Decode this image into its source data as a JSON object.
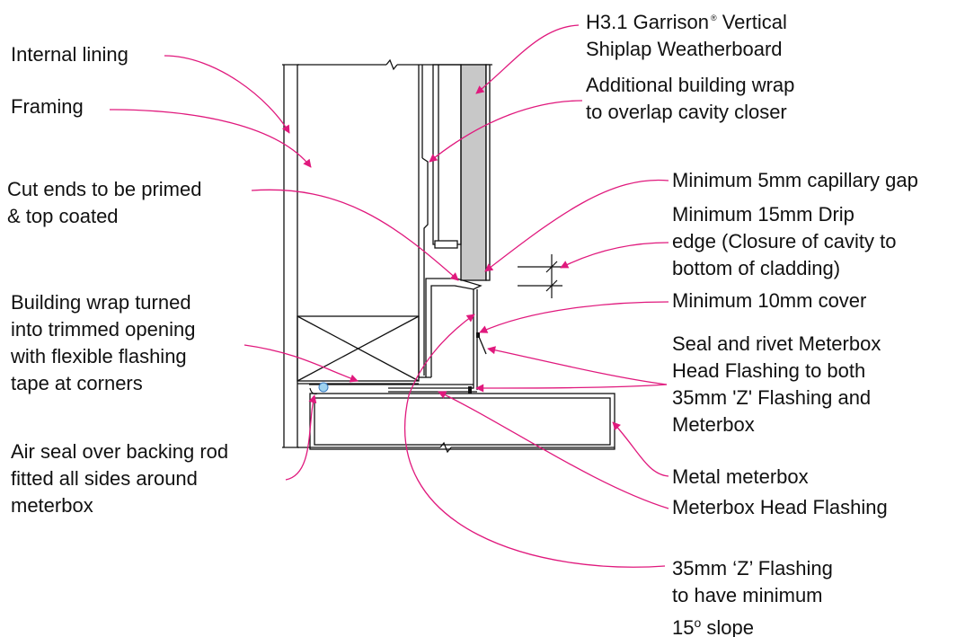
{
  "labels": {
    "internal_lining": "Internal lining",
    "framing": "Framing",
    "cut_ends": [
      "Cut ends to be primed",
      "& top coated"
    ],
    "building_wrap": [
      "Building wrap turned",
      "into trimmed opening",
      "with flexible flashing",
      "tape at corners"
    ],
    "air_seal": [
      "Air seal over backing rod",
      "fitted all sides around",
      "meterbox"
    ],
    "weatherboard_1": "H3.1 Garrison",
    "weatherboard_reg": "®",
    "weatherboard_1b": " Vertical",
    "weatherboard_2": "Shiplap Weatherboard",
    "additional_wrap": [
      "Additional building wrap",
      "to overlap cavity closer"
    ],
    "capillary_gap": "Minimum 5mm capillary gap",
    "drip_edge": [
      "Minimum 15mm Drip",
      "edge (Closure of cavity to",
      "bottom of cladding)"
    ],
    "cover": "Minimum 10mm cover",
    "seal_rivet": [
      "Seal and rivet Meterbox",
      "Head Flashing to both",
      "35mm 'Z' Flashing and",
      "Meterbox"
    ],
    "metal_meterbox": "Metal meterbox",
    "head_flashing": "Meterbox Head Flashing",
    "z_flashing_1": "35mm ‘Z’ Flashing",
    "z_flashing_2": "to have minimum",
    "z_flashing_3a": "15",
    "z_flashing_3deg": "o",
    "z_flashing_3b": " slope"
  },
  "colors": {
    "leader": "#e0197d",
    "line": "#111111",
    "cladding": "#c8c8c8",
    "backing_rod": "#9fd3f0"
  }
}
